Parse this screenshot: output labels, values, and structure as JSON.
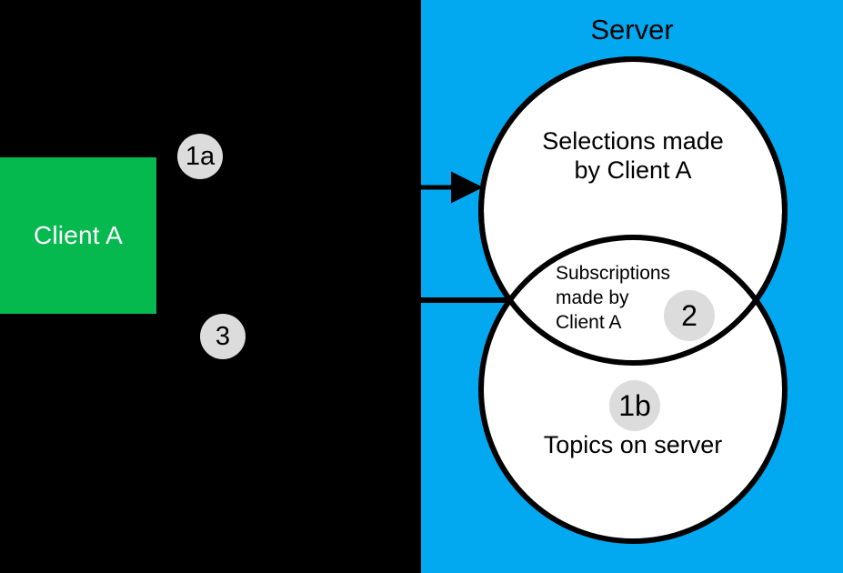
{
  "diagram": {
    "title_server": "Server",
    "client": {
      "label": "Client A",
      "box_color": "#05b94f",
      "text_color": "#ffffff"
    },
    "server_panel": {
      "background_color": "#03a9f0"
    },
    "canvas": {
      "background_color": "#000000"
    },
    "venn": {
      "fill_color": "#ffffff",
      "stroke_color": "#000000",
      "top_circle_label": "Selections made\nby Client A",
      "bottom_circle_label": "Topics on server",
      "intersection_label": "Subscriptions\nmade by\nClient A"
    },
    "badges": [
      {
        "id": "1a",
        "label": "1a",
        "color": "#dcdcdc"
      },
      {
        "id": "3",
        "label": "3",
        "color": "#dcdcdc"
      },
      {
        "id": "2",
        "label": "2",
        "color": "#dcdcdc"
      },
      {
        "id": "1b",
        "label": "1b",
        "color": "#dcdcdc"
      }
    ],
    "connectors": [
      {
        "id": "arrow-to-selections",
        "kind": "arrow",
        "has_arrowhead": true
      },
      {
        "id": "line-to-intersection",
        "kind": "line",
        "has_arrowhead": false
      }
    ]
  }
}
